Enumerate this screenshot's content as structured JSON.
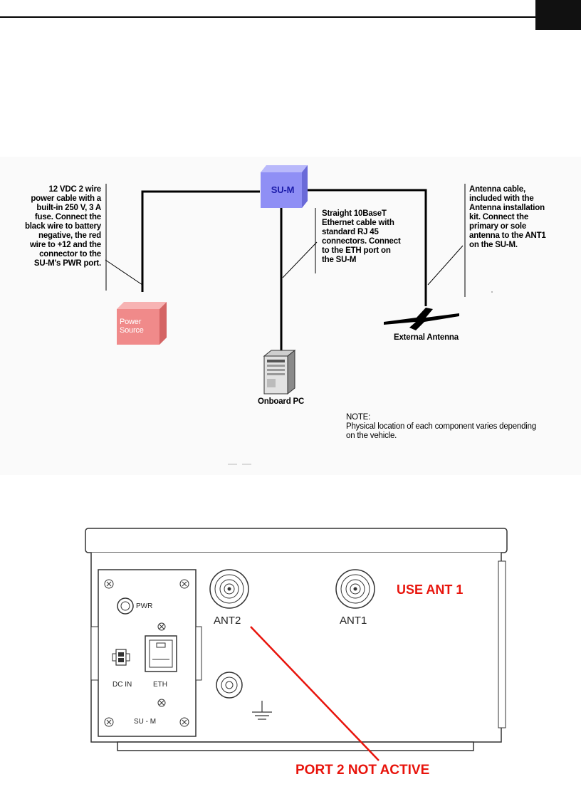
{
  "diagram": {
    "su_m_label": "SU-M",
    "power_source_label_line1": "Power",
    "power_source_label_line2": "Source",
    "onboard_pc_label": "Onboard PC",
    "external_antenna_label": "External Antenna",
    "power_cable_note": [
      "12 VDC 2 wire",
      "power cable with a",
      "built-in 250 V, 3 A",
      "fuse. Connect the",
      "black wire to battery",
      "negative, the red",
      "wire to +12 and the",
      "connector to the",
      "SU-M's PWR port."
    ],
    "ethernet_cable_note": [
      "Straight 10BaseT",
      "Ethernet cable with",
      "standard RJ 45",
      "connectors. Connect",
      "to the ETH port on",
      "the SU-M"
    ],
    "antenna_cable_note": [
      "Antenna cable,",
      "included with the",
      "Antenna installation",
      "kit. Connect the",
      "primary or sole",
      "antenna to the ANT1",
      "on the SU-M."
    ],
    "note_title": "NOTE:",
    "note_lines": [
      "Physical location of each component varies depending",
      "on the vehicle."
    ],
    "colors": {
      "su_m": "#8f8ff5",
      "power_source": "#f08a8a"
    }
  },
  "device_panel": {
    "pwr_label": "PWR",
    "dc_in_label": "DC IN",
    "eth_label": "ETH",
    "su_m_label": "SU - M",
    "ant2_label": "ANT2",
    "ant1_label": "ANT1",
    "use_ant_callout": "USE ANT 1",
    "port_not_active_callout": "PORT 2 NOT ACTIVE",
    "callout_color": "#e8140c"
  }
}
